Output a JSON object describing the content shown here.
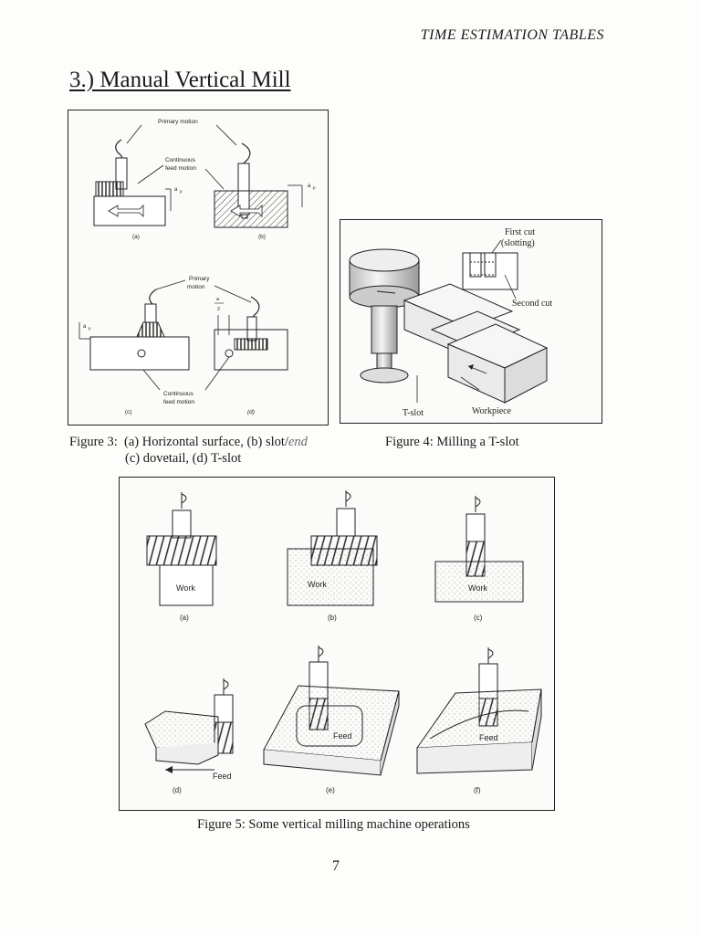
{
  "header": {
    "running_title": "TIME ESTIMATION TABLES"
  },
  "section": {
    "title": "3.) Manual Vertical Mill"
  },
  "figure3": {
    "labels": {
      "primary_motion_top": "Primary motion",
      "continuous_feed_top_1": "Continuous",
      "continuous_feed_top_2": "feed motion",
      "ap": "a",
      "ap_sub": "p",
      "panel_a": "(a)",
      "panel_b": "(b)",
      "primary_motion_bottom_1": "Primary",
      "primary_motion_bottom_2": "motion",
      "ap_over_2": "a",
      "ap_over_2_den": "2",
      "continuous_feed_bottom_1": "Continuous",
      "continuous_feed_bottom_2": "feed motion",
      "panel_c": "(c)",
      "panel_d": "(d)"
    },
    "caption_prefix": "Figure 3:",
    "caption_line1": "(a) Horizontal surface, (b) slot/",
    "caption_handwritten": "end",
    "caption_line2": "(c) dovetail, (d) T-slot"
  },
  "figure4": {
    "labels": {
      "first_cut_1": "First cut",
      "first_cut_2": "(slotting)",
      "second_cut": "Second cut",
      "workpiece": "Workpiece",
      "t_slot": "T-slot"
    },
    "caption": "Figure 4: Milling a T-slot"
  },
  "figure5": {
    "labels": {
      "work_a": "Work",
      "work_b": "Work",
      "work_c": "Work",
      "panel_a": "(a)",
      "panel_b": "(b)",
      "panel_c": "(c)",
      "feed_d": "Feed",
      "feed_e": "Feed",
      "feed_f": "Feed",
      "panel_d": "(d)",
      "panel_e": "(e)",
      "panel_f": "(f)"
    },
    "caption": "Figure 5: Some vertical milling machine operations"
  },
  "page_number": "7"
}
